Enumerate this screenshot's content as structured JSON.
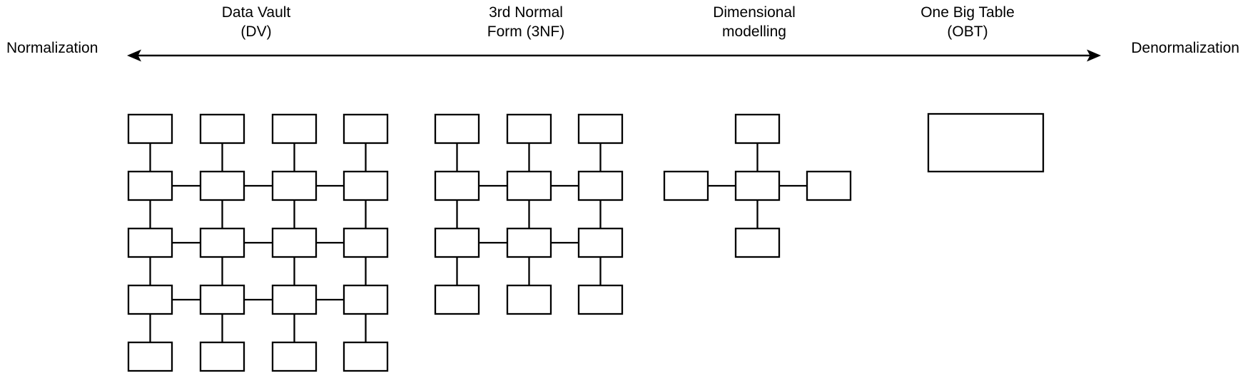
{
  "style": {
    "ink": "#000000",
    "background": "#ffffff"
  },
  "axis": {
    "left_label": "Normalization",
    "right_label": "Denormalization"
  },
  "headings": {
    "dv": {
      "line1": "Data Vault",
      "line2": "(DV)"
    },
    "tnf": {
      "line1": "3rd Normal",
      "line2": "Form (3NF)"
    },
    "dim": {
      "line1": "Dimensional",
      "line2": "modelling"
    },
    "obt": {
      "line1": "One Big Table",
      "line2": "(OBT)"
    }
  },
  "diagrams": [
    {
      "name": "data-vault-schema",
      "box_size": [
        61,
        40
      ],
      "boxes": [
        [
          180,
          161
        ],
        [
          281,
          161
        ],
        [
          382,
          161
        ],
        [
          482,
          161
        ],
        [
          180,
          241
        ],
        [
          281,
          241
        ],
        [
          382,
          241
        ],
        [
          482,
          241
        ],
        [
          180,
          321
        ],
        [
          281,
          321
        ],
        [
          382,
          321
        ],
        [
          482,
          321
        ],
        [
          180,
          401
        ],
        [
          281,
          401
        ],
        [
          382,
          401
        ],
        [
          482,
          401
        ],
        [
          180,
          481
        ],
        [
          281,
          481
        ],
        [
          382,
          481
        ],
        [
          482,
          481
        ]
      ],
      "connectors": [
        [
          210.5,
          201,
          210.5,
          241
        ],
        [
          210.5,
          281,
          210.5,
          321
        ],
        [
          210.5,
          361,
          210.5,
          401
        ],
        [
          210.5,
          441,
          210.5,
          481
        ],
        [
          311.5,
          201,
          311.5,
          241
        ],
        [
          311.5,
          281,
          311.5,
          321
        ],
        [
          311.5,
          361,
          311.5,
          401
        ],
        [
          311.5,
          441,
          311.5,
          481
        ],
        [
          412.5,
          201,
          412.5,
          241
        ],
        [
          412.5,
          281,
          412.5,
          321
        ],
        [
          412.5,
          361,
          412.5,
          401
        ],
        [
          412.5,
          441,
          412.5,
          481
        ],
        [
          512.5,
          201,
          512.5,
          241
        ],
        [
          512.5,
          281,
          512.5,
          321
        ],
        [
          512.5,
          361,
          512.5,
          401
        ],
        [
          512.5,
          441,
          512.5,
          481
        ],
        [
          241,
          261,
          281,
          261
        ],
        [
          342,
          261,
          382,
          261
        ],
        [
          443,
          261,
          482,
          261
        ],
        [
          241,
          341,
          281,
          341
        ],
        [
          342,
          341,
          382,
          341
        ],
        [
          443,
          341,
          482,
          341
        ],
        [
          241,
          421,
          281,
          421
        ],
        [
          342,
          421,
          382,
          421
        ],
        [
          443,
          421,
          482,
          421
        ]
      ]
    },
    {
      "name": "third-normal-form-schema",
      "box_size": [
        61,
        40
      ],
      "boxes": [
        [
          610,
          161
        ],
        [
          711,
          161
        ],
        [
          811,
          161
        ],
        [
          610,
          241
        ],
        [
          711,
          241
        ],
        [
          811,
          241
        ],
        [
          610,
          321
        ],
        [
          711,
          321
        ],
        [
          811,
          321
        ],
        [
          610,
          401
        ],
        [
          711,
          401
        ],
        [
          811,
          401
        ]
      ],
      "connectors": [
        [
          640.5,
          201,
          640.5,
          241
        ],
        [
          640.5,
          281,
          640.5,
          321
        ],
        [
          640.5,
          361,
          640.5,
          401
        ],
        [
          741.5,
          201,
          741.5,
          241
        ],
        [
          741.5,
          281,
          741.5,
          321
        ],
        [
          741.5,
          361,
          741.5,
          401
        ],
        [
          841.5,
          201,
          841.5,
          241
        ],
        [
          841.5,
          281,
          841.5,
          321
        ],
        [
          841.5,
          361,
          841.5,
          401
        ],
        [
          671,
          261,
          711,
          261
        ],
        [
          772,
          261,
          811,
          261
        ],
        [
          671,
          341,
          711,
          341
        ],
        [
          772,
          341,
          811,
          341
        ]
      ]
    },
    {
      "name": "dimensional-star-schema",
      "box_size": [
        61,
        40
      ],
      "boxes": [
        [
          1031,
          161
        ],
        [
          931,
          241
        ],
        [
          1031,
          241
        ],
        [
          1131,
          241
        ],
        [
          1031,
          321
        ]
      ],
      "connectors": [
        [
          1061.5,
          201,
          1061.5,
          241
        ],
        [
          1061.5,
          281,
          1061.5,
          321
        ],
        [
          992,
          261,
          1031,
          261
        ],
        [
          1092,
          261,
          1131,
          261
        ]
      ]
    },
    {
      "name": "one-big-table-schema",
      "box_size": [
        161,
        81
      ],
      "boxes": [
        [
          1301,
          160
        ]
      ],
      "connectors": []
    }
  ]
}
